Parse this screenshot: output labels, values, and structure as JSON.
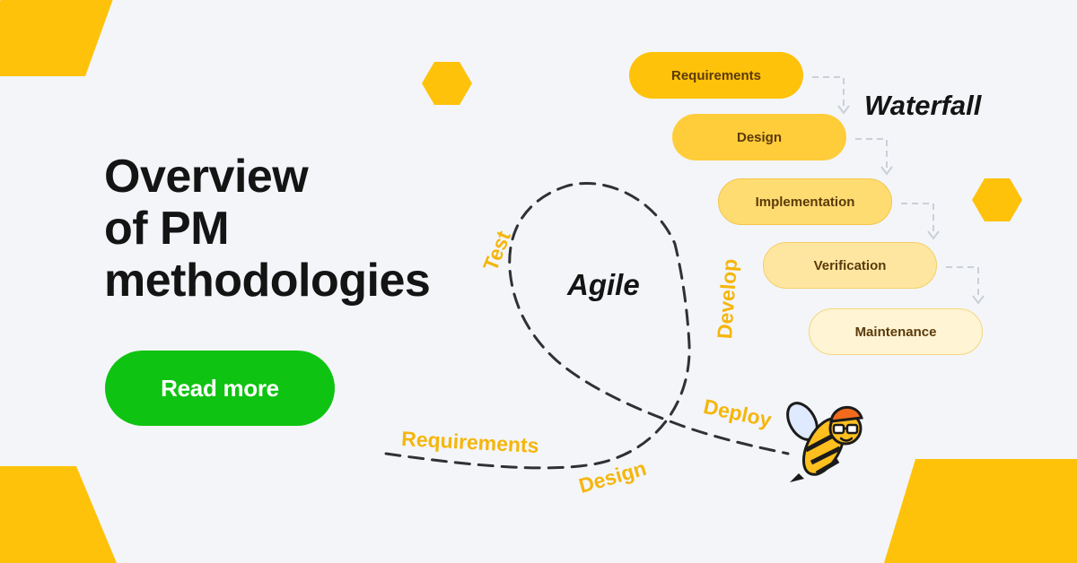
{
  "title_lines": [
    "Overview",
    "of PM",
    "methodologies"
  ],
  "cta_label": "Read more",
  "waterfall": {
    "label": "Waterfall",
    "steps": [
      "Requirements",
      "Design",
      "Implementation",
      "Verification",
      "Maintenance"
    ]
  },
  "agile": {
    "label": "Agile",
    "phases": {
      "requirements": "Requirements",
      "design": "Design",
      "develop": "Develop",
      "test": "Test",
      "deploy": "Deploy"
    }
  },
  "colors": {
    "background": "#f3f5f9",
    "accent_yellow": "#ffc20a",
    "cta_green": "#0fc312",
    "title_text": "#141414",
    "phase_text": "#f5b60c"
  },
  "icons": [
    "hexagon-shape",
    "bee-mascot-illustration"
  ]
}
